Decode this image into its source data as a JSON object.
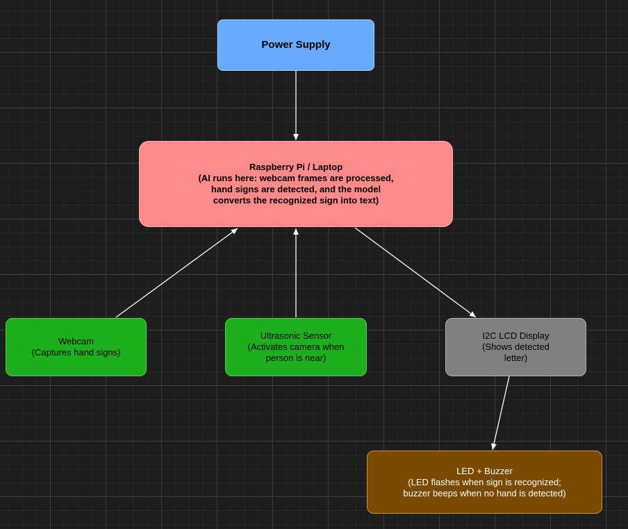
{
  "nodes": {
    "power_supply": {
      "lines": [
        "Power Supply"
      ],
      "color": "#67abff"
    },
    "raspberry_pi": {
      "lines": [
        "Raspberry Pi / Laptop",
        "(AI runs here: webcam frames are processed,",
        "hand signs are detected, and the model",
        "converts the recognized sign into text)"
      ],
      "color": "#ff8a8a"
    },
    "webcam": {
      "lines": [
        "Webcam",
        "(Captures hand signs)"
      ],
      "color": "#1eaf1e"
    },
    "ultrasonic_sensor": {
      "lines": [
        "Ultrasonic Sensor",
        "(Activates camera when",
        "person is near)"
      ],
      "color": "#1eaf1e"
    },
    "lcd_display": {
      "lines": [
        "I2C LCD Display",
        "(Shows detected",
        "letter)"
      ],
      "color": "#808080"
    },
    "led_buzzer": {
      "lines": [
        "LED + Buzzer",
        "(LED flashes when sign is recognized;",
        "buzzer beeps when no hand is detected)"
      ],
      "color": "#7a4a00"
    }
  },
  "edges": [
    {
      "from": "power_supply",
      "to": "raspberry_pi"
    },
    {
      "from": "webcam",
      "to": "raspberry_pi"
    },
    {
      "from": "ultrasonic_sensor",
      "to": "raspberry_pi"
    },
    {
      "from": "raspberry_pi",
      "to": "lcd_display"
    },
    {
      "from": "lcd_display",
      "to": "led_buzzer"
    }
  ],
  "colors": {
    "background": "#1e1e1e",
    "edge": "#ffffff"
  }
}
